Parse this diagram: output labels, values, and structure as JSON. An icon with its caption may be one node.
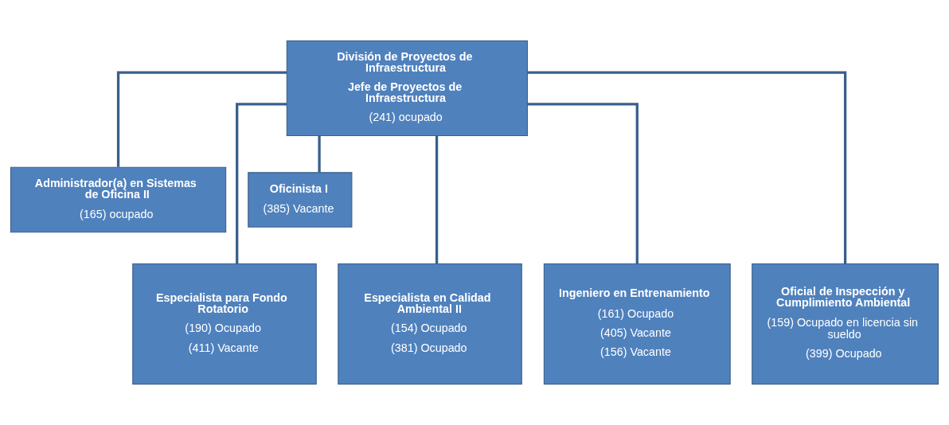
{
  "diagram": {
    "nodes": [
      {
        "text": [
          "División de Proyectos de Infraestructura",
          "Jefe de Proyectos de Infraestructura",
          "(241) ocupado"
        ]
      },
      {
        "text": [
          "Administrador(a) en Sistemas de Oficina II",
          "(165) ocupado"
        ]
      },
      {
        "text": [
          "Oficinista I",
          "(385) Vacante"
        ]
      },
      {
        "text": [
          "Especialista para Fondo Rotatorio",
          "(190) Ocupado",
          "(411) Vacante"
        ]
      },
      {
        "text": [
          "Especialista en Calidad Ambiental II",
          "(154) Ocupado",
          "(381) Ocupado"
        ]
      },
      {
        "text": [
          "Ingeniero en Entrenamiento",
          "(161) Ocupado",
          "(405) Vacante",
          "(156) Vacante"
        ]
      },
      {
        "text": [
          "Oficial de Inspección y Cumplimiento Ambiental",
          "(159) Ocupado en licencia sin sueldo",
          "(399) Ocupado"
        ]
      }
    ],
    "edges": [
      {
        "from": 0,
        "to": 1,
        "arrow": "none"
      },
      {
        "from": 0,
        "to": 2,
        "arrow": "none"
      },
      {
        "from": 0,
        "to": 3,
        "arrow": "none"
      },
      {
        "from": 0,
        "to": 4,
        "arrow": "none"
      },
      {
        "from": 0,
        "to": 5,
        "arrow": "none"
      },
      {
        "from": 0,
        "to": 6,
        "arrow": "none"
      }
    ]
  }
}
